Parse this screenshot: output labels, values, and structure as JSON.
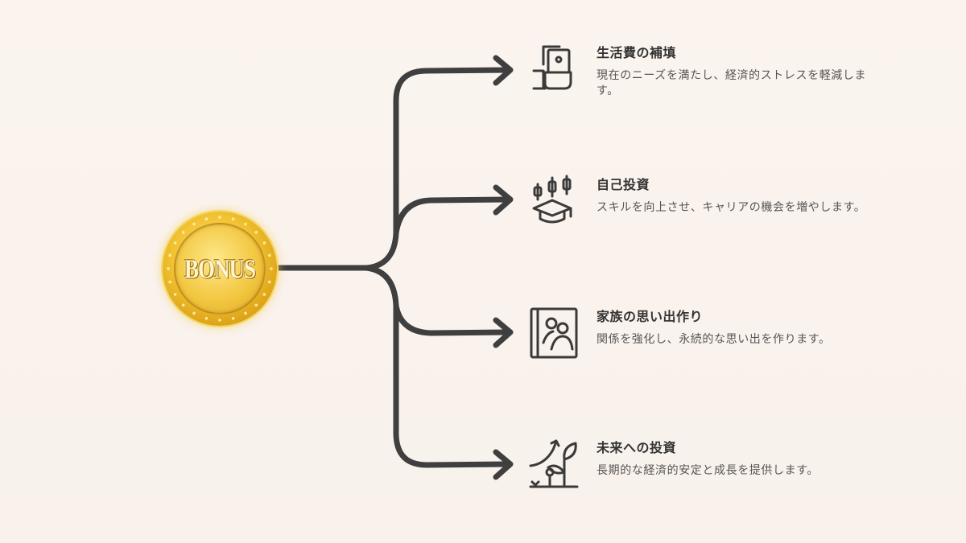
{
  "center": {
    "label": "BONUS",
    "icon": "gold-coin-icon",
    "colors": {
      "gold": "#f1c232",
      "gold_dark": "#c2860c",
      "text": "#fff6cf"
    }
  },
  "connector": {
    "color": "#3f3f3f",
    "stroke_width": 7
  },
  "branches": [
    {
      "title": "生活費の補填",
      "description": "現在のニーズを満たし、経済的ストレスを軽減します。",
      "icon": "hand-holding-money-icon"
    },
    {
      "title": "自己投資",
      "description": "スキルを向上させ、キャリアの機会を増やします。",
      "icon": "graduation-cap-chart-icon"
    },
    {
      "title": "家族の思い出作り",
      "description": "関係を強化し、永続的な思い出を作ります。",
      "icon": "family-photo-album-icon"
    },
    {
      "title": "未来への投資",
      "description": "長期的な経済的安定と成長を提供します。",
      "icon": "growing-plant-arrow-icon"
    }
  ],
  "colors": {
    "background": "#faf3ee",
    "title_text": "#333333",
    "description_text": "#555555",
    "icon_stroke": "#3a3a3a"
  }
}
